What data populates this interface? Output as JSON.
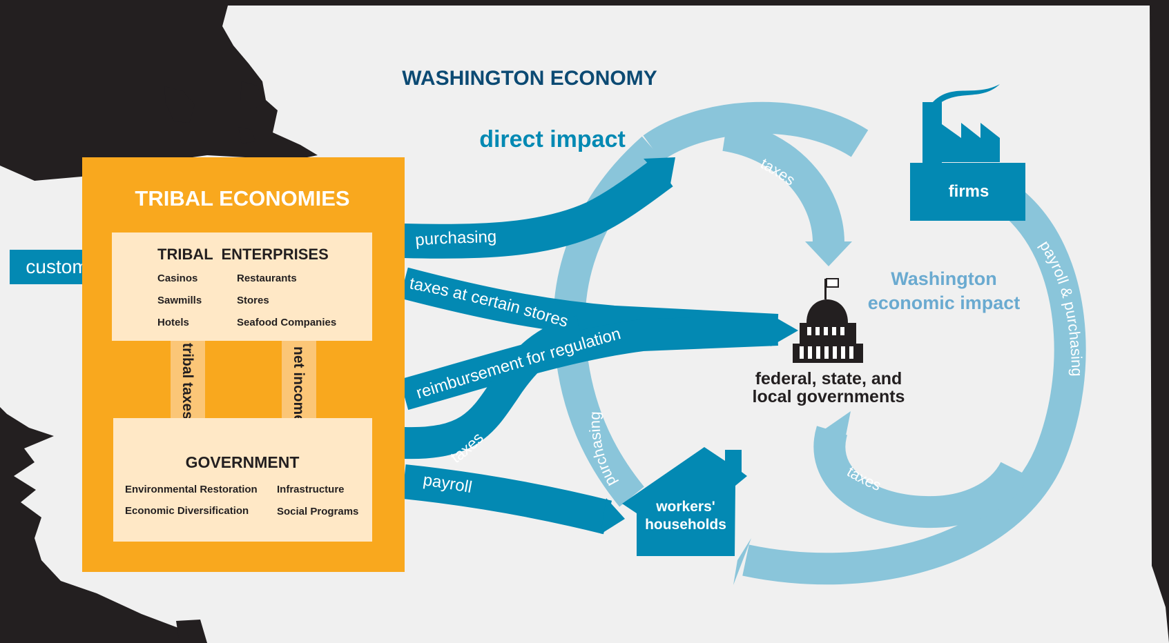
{
  "title": "WASHINGTON ECONOMY",
  "direct_impact": "direct impact",
  "wa_impact": {
    "line1": "Washington",
    "line2": "economic impact"
  },
  "tribal": {
    "title": "TRIBAL ECONOMIES",
    "enterprises": {
      "title": "TRIBAL  ENTERPRISES",
      "items": [
        "Casinos",
        "Restaurants",
        "Sawmills",
        "Stores",
        "Hotels",
        "Seafood Companies"
      ]
    },
    "government": {
      "title": "GOVERNMENT",
      "items": [
        "Environmental Restoration",
        "Infrastructure",
        "Economic Diversification",
        "Social Programs"
      ]
    },
    "tribal_taxes": "tribal taxes",
    "net_income": "net income"
  },
  "customers": "customers",
  "flows": {
    "purchasing": "purchasing",
    "taxes_stores": "taxes at certain stores",
    "reimbursement": "reimbursement for regulation",
    "taxes": "taxes",
    "payroll": "payroll"
  },
  "cycle": {
    "taxes_top": "taxes",
    "taxes_bottom": "taxes",
    "purchasing": "purchasing",
    "payroll_purchasing": "payroll & purchasing"
  },
  "nodes": {
    "firms": "firms",
    "govts": {
      "line1": "federal, state, and",
      "line2": "local governments"
    },
    "households": {
      "line1": "workers'",
      "line2": "households"
    }
  },
  "colors": {
    "dark_blue": "#0c4a73",
    "teal": "#0389b3",
    "light_blue": "#8ac5da",
    "orange": "#f9a81e",
    "cream": "#ffe8c6",
    "state_fill": "#f0f0f0",
    "outside": "#231f20"
  }
}
